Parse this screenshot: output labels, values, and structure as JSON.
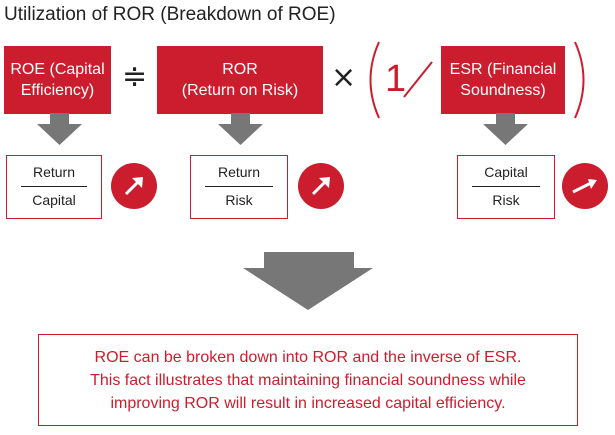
{
  "title": "Utilization of ROR (Breakdown of ROE)",
  "top_row": {
    "roe_label": "ROE (Capital\nEfficiency)",
    "div_operator": "≑",
    "ror_label": "ROR\n(Return on Risk)",
    "times_operator": "×",
    "inverse_numerator": "1",
    "esr_label": "ESR (Financial\nSoundness)"
  },
  "fractions": [
    {
      "numerator": "Return",
      "denominator": "Capital",
      "trend": "up"
    },
    {
      "numerator": "Return",
      "denominator": "Risk",
      "trend": "up"
    },
    {
      "numerator": "Capital",
      "denominator": "Risk",
      "trend": "slightly-up"
    }
  ],
  "conclusion": "ROE can be broken down into ROR and the inverse of ESR.\nThis fact illustrates that maintaining financial soundness while\nimproving ROR will result in increased capital efficiency.",
  "colors": {
    "accent": "#cc1d2e",
    "arrow_gray": "#777777"
  },
  "icons": [
    "down-arrow-icon",
    "trend-arrow-icon",
    "parenthesis-icon",
    "slash-icon"
  ]
}
